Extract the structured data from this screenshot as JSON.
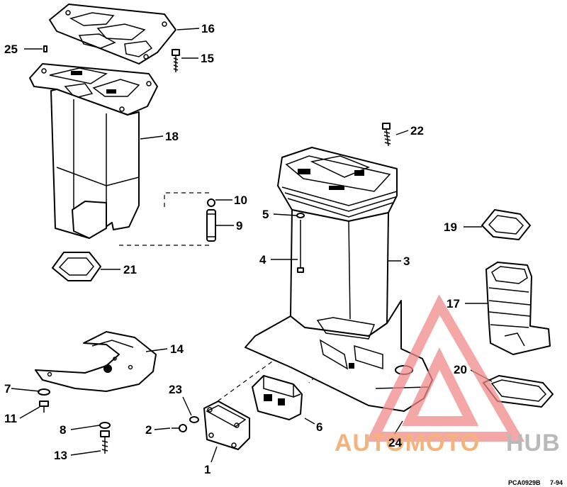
{
  "diagram": {
    "callouts": [
      {
        "id": "c1",
        "label": "1"
      },
      {
        "id": "c2",
        "label": "2"
      },
      {
        "id": "c3",
        "label": "3"
      },
      {
        "id": "c4",
        "label": "4"
      },
      {
        "id": "c5",
        "label": "5"
      },
      {
        "id": "c6",
        "label": "6"
      },
      {
        "id": "c7",
        "label": "7"
      },
      {
        "id": "c8",
        "label": "8"
      },
      {
        "id": "c9",
        "label": "9"
      },
      {
        "id": "c10",
        "label": "10"
      },
      {
        "id": "c11",
        "label": "11"
      },
      {
        "id": "c13",
        "label": "13"
      },
      {
        "id": "c14",
        "label": "14"
      },
      {
        "id": "c15",
        "label": "15"
      },
      {
        "id": "c16",
        "label": "16"
      },
      {
        "id": "c17",
        "label": "17"
      },
      {
        "id": "c18",
        "label": "18"
      },
      {
        "id": "c19",
        "label": "19"
      },
      {
        "id": "c20",
        "label": "20"
      },
      {
        "id": "c21",
        "label": "21"
      },
      {
        "id": "c22",
        "label": "22"
      },
      {
        "id": "c23",
        "label": "23"
      },
      {
        "id": "c24",
        "label": "24"
      },
      {
        "id": "c25",
        "label": "25"
      }
    ],
    "drawing_code": "PCA0929B",
    "date_code": "7-94"
  },
  "watermark": {
    "part1": "AUTOMOTO",
    "part2": "HUB",
    "color_triangle": "#f08a8a",
    "color_part1": "#f3b37a",
    "color_part2": "#b9b9b9"
  }
}
